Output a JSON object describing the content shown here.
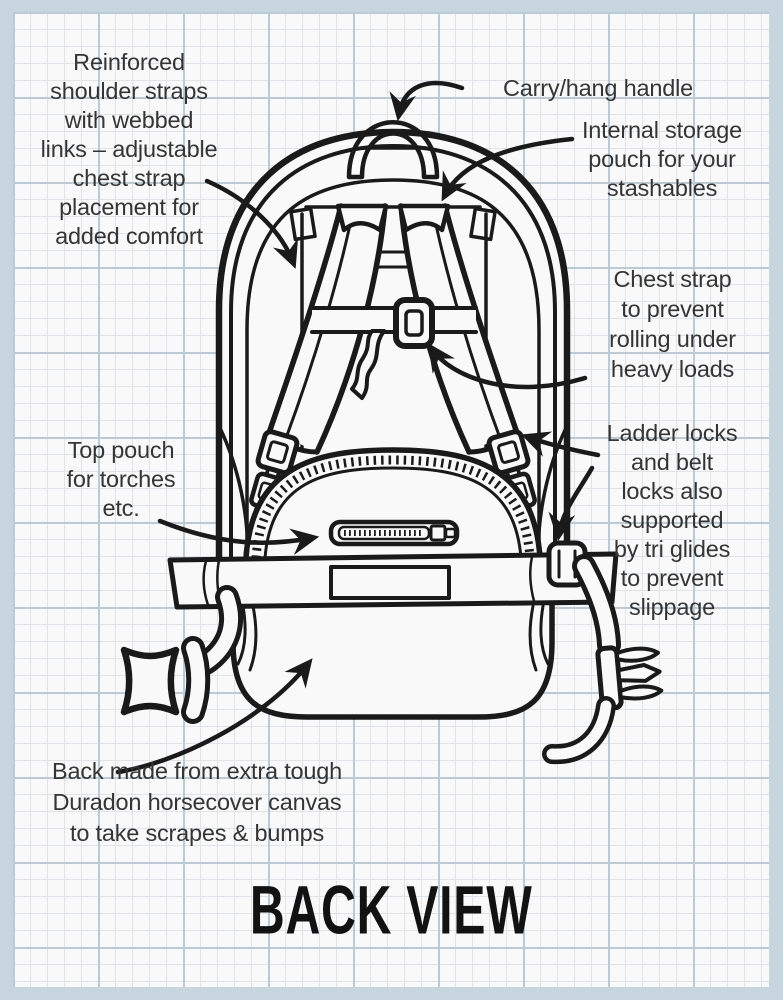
{
  "diagram": {
    "title": "BACK VIEW",
    "subject": "backpack back view line drawing on graph paper",
    "colors": {
      "frame": "#c6d5de",
      "paper": "#f8f9f8",
      "grid_minor": "#dde4ea",
      "grid_major": "#b9cbd7",
      "ink": "#1a1a1a",
      "note_text": "#353535"
    }
  },
  "annotations": [
    {
      "id": "shoulder-straps",
      "text": "Reinforced\nshoulder straps\nwith webbed\nlinks – adjustable\nchest strap\nplacement for\nadded comfort"
    },
    {
      "id": "carry-handle",
      "text": "Carry/hang handle"
    },
    {
      "id": "internal-pouch",
      "text": "Internal storage\npouch for your\nstashables"
    },
    {
      "id": "chest-strap",
      "text": "Chest strap\nto prevent\nrolling under\nheavy loads"
    },
    {
      "id": "ladder-locks",
      "text": "Ladder locks\nand belt\nlocks also\nsupported\nby tri glides\nto prevent\nslippage"
    },
    {
      "id": "top-pouch",
      "text": "Top pouch\nfor torches\netc."
    },
    {
      "id": "back-canvas",
      "text": "Back made from extra tough\nDuradon horsecover canvas\nto take scrapes & bumps"
    }
  ]
}
